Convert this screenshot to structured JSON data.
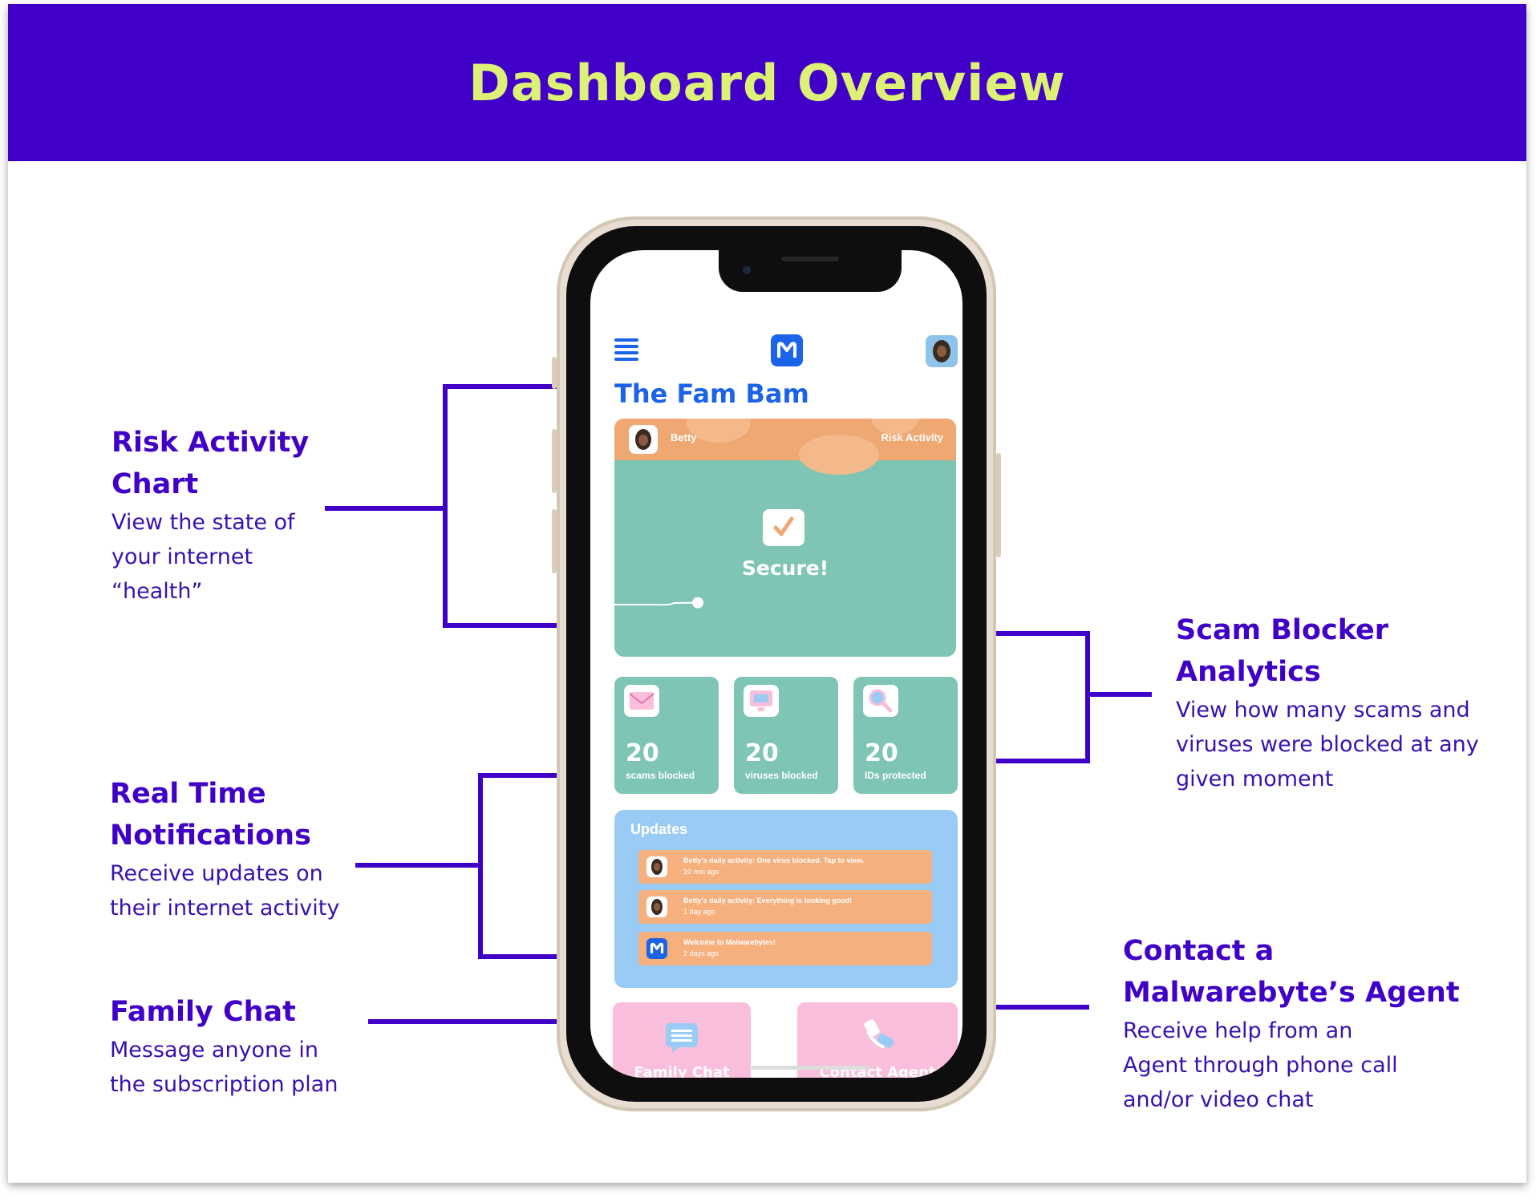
{
  "header": {
    "title": "Dashboard Overview"
  },
  "annotations": {
    "risk": {
      "title_l1": "Risk Activity",
      "title_l2": "Chart",
      "desc_l1": "View the state of",
      "desc_l2": "your internet",
      "desc_l3": "“health”"
    },
    "realtime": {
      "title_l1": "Real Time",
      "title_l2": "Notifications",
      "desc_l1": "Receive updates on",
      "desc_l2": "their internet activity"
    },
    "familychat": {
      "title": "Family Chat",
      "desc_l1": "Message anyone in",
      "desc_l2": "the subscription plan"
    },
    "scam": {
      "title_l1": "Scam Blocker",
      "title_l2": "Analytics",
      "desc_l1": "View how many scams and",
      "desc_l2": "viruses were blocked at any",
      "desc_l3": "given moment"
    },
    "agent": {
      "title_l1": "Contact a",
      "title_l2": "Malwarebyte’s Agent",
      "desc_l1": "Receive help from an",
      "desc_l2": "Agent through phone call",
      "desc_l3": "and/or video chat"
    }
  },
  "app": {
    "title": "The Fam Bam",
    "risk_card": {
      "user": "Betty",
      "label": "Risk Activity",
      "status": "Secure!",
      "level": 0.16
    },
    "stats": [
      {
        "value": "20",
        "label": "scams blocked"
      },
      {
        "value": "20",
        "label": "viruses blocked"
      },
      {
        "value": "20",
        "label": "IDs protected"
      }
    ],
    "updates": {
      "title": "Updates",
      "items": [
        {
          "message": "Betty's daily activity: One virus blocked. Tap to view.",
          "time": "10 min ago"
        },
        {
          "message": "Betty's daily activity: Everything is looking good!",
          "time": "1 day ago"
        },
        {
          "message": "Welcome to Malwarebytes!",
          "time": "2 days ago"
        }
      ]
    },
    "actions": {
      "chat": "Family Chat",
      "agent": "Contact Agent"
    }
  },
  "colors": {
    "banner": "#4100c7",
    "title": "#dcf176",
    "app_blue": "#1b63e8",
    "teal": "#7fc5b6",
    "orange": "#f0a873",
    "light_blue": "#9acbf5",
    "pink": "#f9bedb"
  }
}
